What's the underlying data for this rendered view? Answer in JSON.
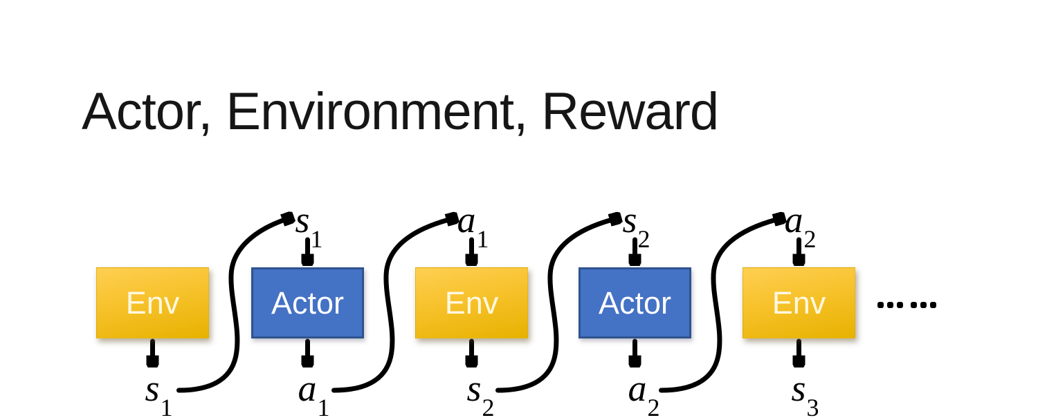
{
  "title": "Actor, Environment, Reward",
  "diagram": {
    "boxes": [
      {
        "label": "Env",
        "type": "env"
      },
      {
        "label": "Actor",
        "type": "actor"
      },
      {
        "label": "Env",
        "type": "env"
      },
      {
        "label": "Actor",
        "type": "actor"
      },
      {
        "label": "Env",
        "type": "env"
      }
    ],
    "top_labels": [
      {
        "base": "s",
        "sub": "1"
      },
      {
        "base": "a",
        "sub": "1"
      },
      {
        "base": "s",
        "sub": "2"
      },
      {
        "base": "a",
        "sub": "2"
      }
    ],
    "bottom_labels": [
      {
        "base": "s",
        "sub": "1"
      },
      {
        "base": "a",
        "sub": "1"
      },
      {
        "base": "s",
        "sub": "2"
      },
      {
        "base": "a",
        "sub": "2"
      },
      {
        "base": "s",
        "sub": "3"
      }
    ],
    "ellipsis": "……",
    "colors": {
      "env_gradient_top": "#FFCF52",
      "env_gradient_bottom": "#E7B200",
      "env_text": "#FFF8E1",
      "actor_fill": "#4472C4",
      "actor_border": "#2F538F",
      "actor_text": "#FFFFFF",
      "arrow": "#000000",
      "title_text": "#161616",
      "background": "#FFFFFF"
    }
  }
}
